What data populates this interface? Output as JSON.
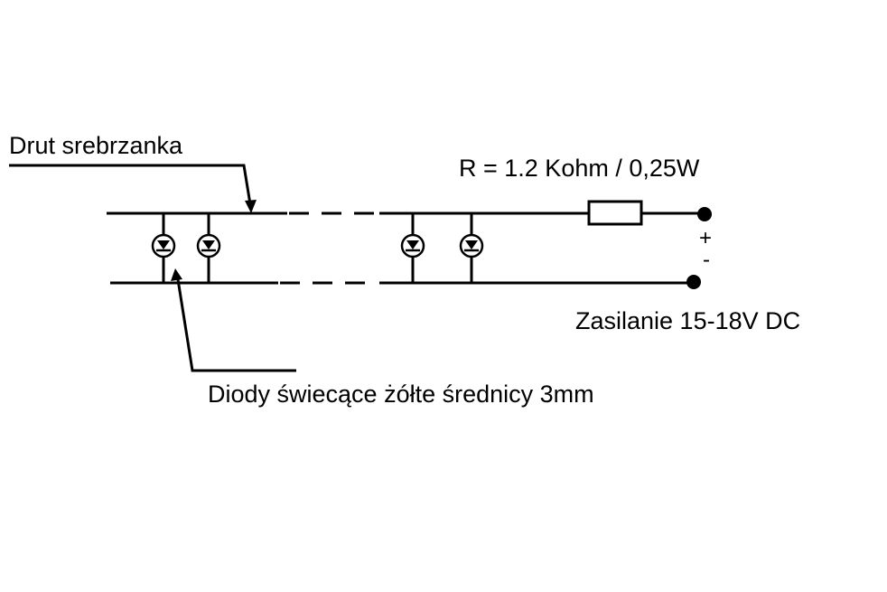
{
  "labels": {
    "wire": "Drut srebrzanka",
    "resistor": "R = 1.2 Kohm / 0,25W",
    "power": "Zasilanie 15-18V DC",
    "diodes": "Diody świecące żółte średnicy 3mm",
    "plus": "+",
    "minus": "-"
  },
  "colors": {
    "ink": "#000000",
    "background": "#ffffff"
  }
}
